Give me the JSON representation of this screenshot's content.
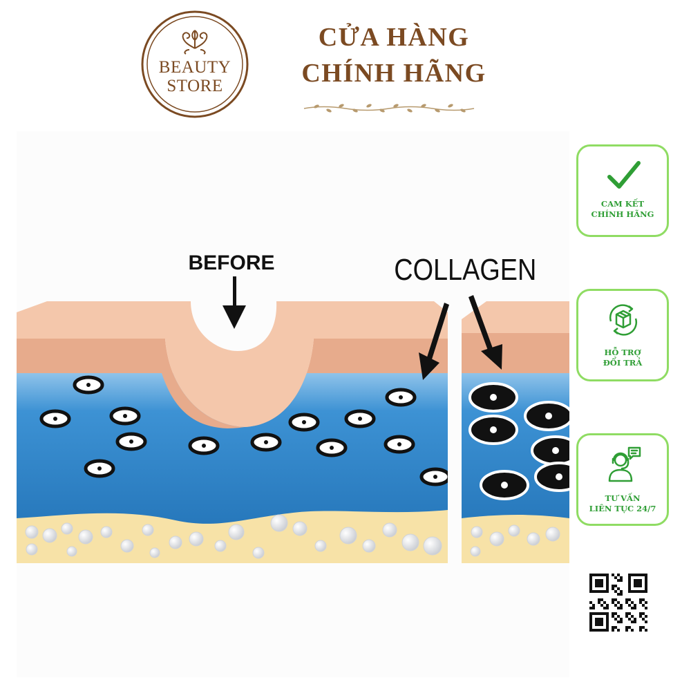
{
  "logo": {
    "line1": "BEAUTY",
    "line2": "STORE",
    "icon": "ornament-icon",
    "color": "#7b4a22"
  },
  "header": {
    "title_line1": "CỬA HÀNG",
    "title_line2": "CHÍNH HÃNG",
    "divider_icon": "vine-divider-icon",
    "color": "#7b4a22"
  },
  "illustration": {
    "before_label": "BEFORE",
    "collagen_label": "COLLAGEN",
    "colors": {
      "skin_top": "#f4c7ab",
      "skin_mid": "#e7ab8c",
      "dermis_light": "#8fc3ea",
      "dermis_dark": "#1f6fb3",
      "fat_layer": "#f7e2a7"
    }
  },
  "badges": [
    {
      "icon": "check-icon",
      "line1": "CAM KẾT",
      "line2": "CHÍNH HÃNG"
    },
    {
      "icon": "return-box-icon",
      "line1": "HỖ TRỢ",
      "line2": "ĐỔI TRẢ"
    },
    {
      "icon": "support-agent-icon",
      "line1": "TƯ VẤN",
      "line2": "LIÊN TỤC 24/7"
    }
  ],
  "badge_color": "#2f9e35",
  "badge_border_color": "#8fdc63",
  "qr_icon": "qr-code-icon"
}
